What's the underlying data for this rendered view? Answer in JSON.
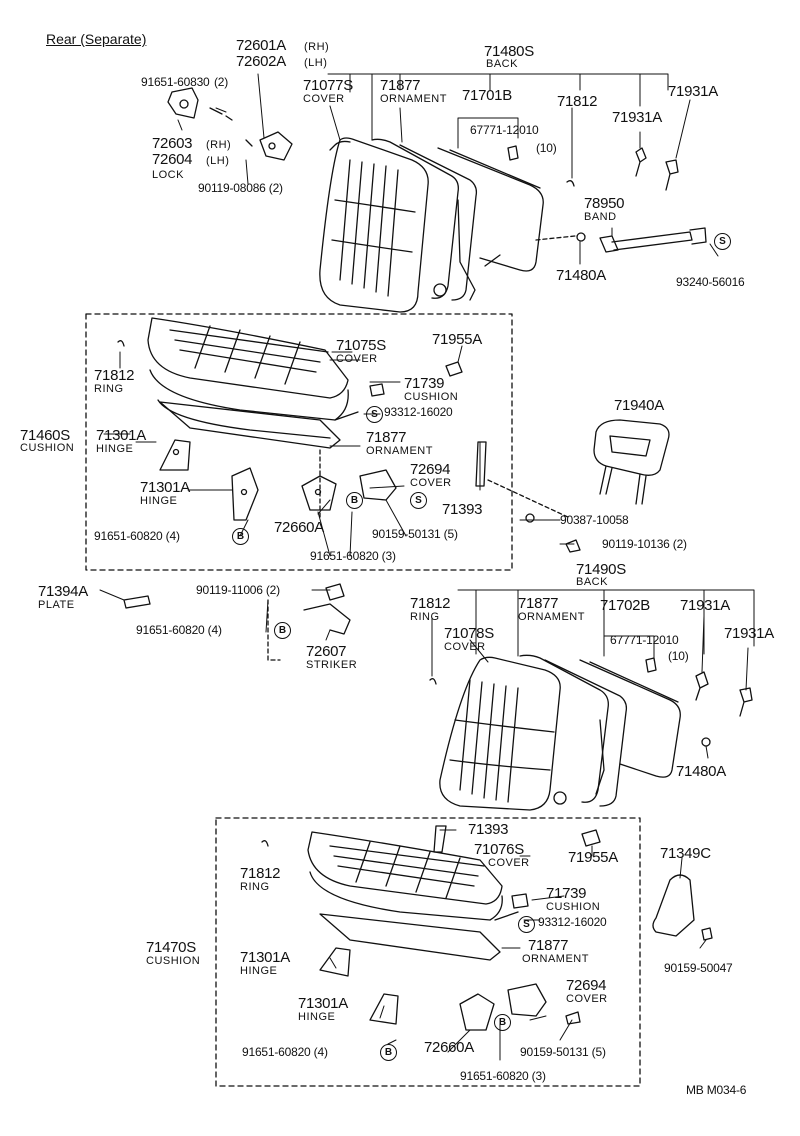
{
  "title": "Rear (Separate)",
  "code": "MB  M034-6",
  "symbols": {
    "s": "S",
    "b": "B"
  },
  "parts": {
    "p72601a": "72601A",
    "p72601a_s": "(RH)",
    "p72602a": "72602A",
    "p72602a_s": "(LH)",
    "p91651_60830": "91651-60830",
    "p91651_60830_q": "(2)",
    "p72603": "72603",
    "p72603_s": "(RH)",
    "p72604": "72604",
    "p72604_s": "(LH)",
    "lock": "LOCK",
    "p90119_08086": "90119-08086 (2)",
    "p71480s": "71480S",
    "back1": "BACK",
    "p71077s": "71077S",
    "cover1": "COVER",
    "p71877a": "71877",
    "orn1": "ORNAMENT",
    "p71701b": "71701B",
    "p67771a": "67771-12010",
    "q10a": "(10)",
    "p71812a": "71812",
    "p71931a1": "71931A",
    "p71931a2": "71931A",
    "p78950": "78950",
    "band": "BAND",
    "p71480a1": "71480A",
    "p93240": "93240-56016",
    "p71075s": "71075S",
    "cover2": "COVER",
    "p71955a1": "71955A",
    "p71812b": "71812",
    "ring1": "RING",
    "p71739a": "71739",
    "cush1": "CUSHION",
    "p93312a": "93312-16020",
    "p71460s": "71460S",
    "cush2": "CUSHION",
    "p71301a1": "71301A",
    "hinge1": "HINGE",
    "p71877b": "71877",
    "orn2": "ORNAMENT",
    "p72694a": "72694",
    "cover3": "COVER",
    "p71301a2": "71301A",
    "hinge2": "HINGE",
    "p71393a": "71393",
    "p72660a1": "72660A",
    "p90159_50131a": "90159-50131 (5)",
    "p91651_60820a": "91651-60820 (4)",
    "p91651_60820b": "91651-60820 (3)",
    "p71940a": "71940A",
    "p90387": "90387-10058",
    "p90119_10136": "90119-10136 (2)",
    "p71394a": "71394A",
    "plate": "PLATE",
    "p90119_11006": "90119-11006 (2)",
    "p91651_60820c": "91651-60820 (4)",
    "p72607": "72607",
    "striker": "STRIKER",
    "p71490s": "71490S",
    "back2": "BACK",
    "p71812c": "71812",
    "ring2": "RING",
    "p71078s": "71078S",
    "cover4": "COVER",
    "p71877c": "71877",
    "orn3": "ORNAMENT",
    "p71702b": "71702B",
    "p71931a3": "71931A",
    "p71931a4": "71931A",
    "p67771b": "67771-12010",
    "q10b": "(10)",
    "p71480a2": "71480A",
    "p71393b": "71393",
    "p71076s": "71076S",
    "cover5": "COVER",
    "p71955a2": "71955A",
    "p71812d": "71812",
    "ring3": "RING",
    "p71349c": "71349C",
    "p71739b": "71739",
    "cush3": "CUSHION",
    "p93312b": "93312-16020",
    "p71470s": "71470S",
    "cush4": "CUSHION",
    "p71877d": "71877",
    "orn4": "ORNAMENT",
    "p90159_50047": "90159-50047",
    "p71301a3": "71301A",
    "hinge3": "HINGE",
    "p72694b": "72694",
    "cover6": "COVER",
    "p71301a4": "71301A",
    "hinge4": "HINGE",
    "p90159_50131b": "90159-50131 (5)",
    "p91651_60820d": "91651-60820 (4)",
    "p72660a2": "72660A",
    "p91651_60820e": "91651-60820 (3)"
  }
}
